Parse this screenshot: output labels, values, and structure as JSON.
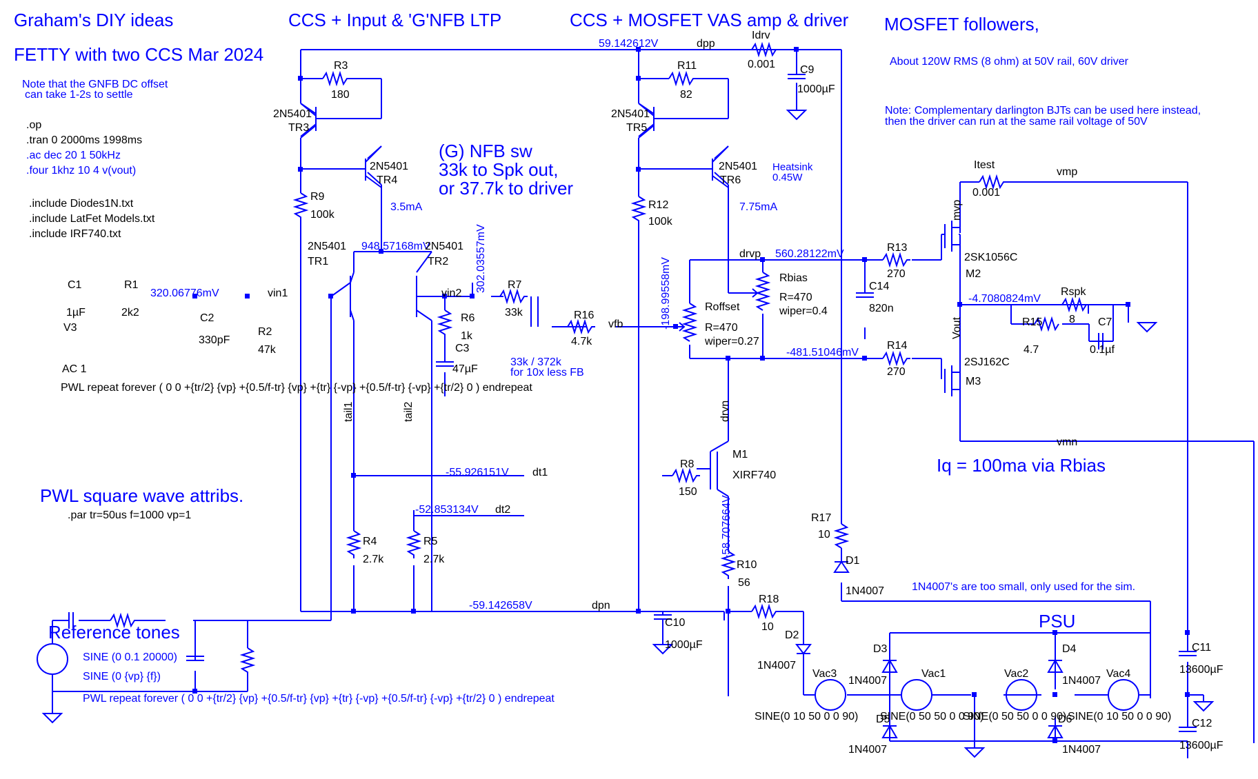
{
  "headings": {
    "site": "Graham's DIY ideas",
    "design": "FETTY with two CCS Mar 2024",
    "ltp": "CCS + Input & 'G'NFB LTP",
    "vas": "CCS + MOSFET VAS amp & driver",
    "followers": "MOSFET followers,",
    "pwl": "PWL square wave attribs.",
    "ref": "Reference tones",
    "psu": "PSU",
    "iq": "Iq = 100ma via Rbias"
  },
  "notes": {
    "gnfb1": "Note that the GNFB DC offset",
    "gnfb2": "can take 1-2s to settle",
    "power": "About 120W RMS (8 ohm) at 50V rail, 60V driver",
    "comp1": "Note: Complementary darlington BJTs can be used here instead,",
    "comp2": "then the driver can run at the same rail voltage of 50V",
    "nfb1": "(G) NFB sw",
    "nfb2": "33k to Spk out,",
    "nfb3": "or 37.7k to driver",
    "fb1": "33k / 372k",
    "fb2": "for 10x less FB",
    "sim": "1N4007's are too small, only used for the sim.",
    "heatsink1": "Heatsink",
    "heatsink2": "0.45W"
  },
  "directives": {
    "op": ".op",
    "tran": ".tran 0 2000ms 1998ms",
    "ac": ".ac dec 20 1 50kHz",
    "four": ".four 1khz 10 4 v(vout)",
    "inc1": ".include Diodes1N.txt",
    "inc2": ".include LatFet Models.txt",
    "inc3": ".include IRF740.txt",
    "par": ".par tr=50us f=1000 vp=1",
    "sine1": "SINE (0 0.1 20000)",
    "sine2": "SINE (0 {vp} {f})",
    "pwl": "PWL repeat forever ( 0 0 +{tr/2} {vp} +{0.5/f-tr} {vp} +{tr} {-vp} +{0.5/f-tr} {-vp} +{tr/2} 0 ) endrepeat"
  },
  "voltages": {
    "vin1": "320.06776mV",
    "dpp": "59.142612V",
    "tail": "948.57168mV",
    "vin2": "302.03557mV",
    "vfb": "-198.99558mV",
    "drvp": "560.28122mV",
    "drvn": "-481.51046mV",
    "vout": "-4.7080824mV",
    "dt1": "-55.926151V",
    "dt2": "-52.853134V",
    "m1s": "-58.707664V",
    "dpn": "-59.142658V"
  },
  "nets": {
    "vin1": "vin1",
    "vin2": "vin2",
    "vfb": "vfb",
    "dpp": "dpp",
    "dpn": "dpn",
    "drvp": "drvp",
    "drvn": "drvn",
    "dt1": "dt1",
    "dt2": "dt2",
    "tail1": "tail1",
    "tail2": "tail2",
    "vmp": "vmp",
    "vmn": "vmn",
    "vout": "Vout",
    "mvp": "mvp"
  },
  "currents": {
    "tr4": "3.5mA",
    "tr6": "7.75mA"
  },
  "components": {
    "c1": "C1",
    "c1v": "1µF",
    "r1": "R1",
    "r1v": "2k2",
    "c2": "C2",
    "c2v": "330pF",
    "r2": "R2",
    "r2v": "47k",
    "v3": "V3",
    "v3v": "AC 1",
    "r3": "R3",
    "r3v": "180",
    "tr3a": "2N5401",
    "tr3": "TR3",
    "tr4a": "2N5401",
    "tr4": "TR4",
    "r9": "R9",
    "r9v": "100k",
    "tr1a": "2N5401",
    "tr1": "TR1",
    "tr2a": "2N5401",
    "tr2": "TR2",
    "r6": "R6",
    "r6v": "1k",
    "c3": "C3",
    "c3v": "47µF",
    "r7": "R7",
    "r7v": "33k",
    "r16": "R16",
    "r16v": "4.7k",
    "r4": "R4",
    "r4v": "2.7k",
    "r5": "R5",
    "r5v": "2.7k",
    "r11": "R11",
    "r11v": "82",
    "tr5a": "2N5401",
    "tr5": "TR5",
    "tr6a": "2N5401",
    "tr6": "TR6",
    "r12": "R12",
    "r12v": "100k",
    "idrv": "Idrv",
    "idrvv": "0.001",
    "c9": "C9",
    "c9v": "1000µF",
    "roffset": "Roffset",
    "roffsetv": "R=470",
    "roffsetw": "wiper=0.27",
    "rbias": "Rbias",
    "rbiasv": "R=470",
    "rbiasw": "wiper=0.4",
    "c14": "C14",
    "c14v": "820n",
    "r8": "R8",
    "r8v": "150",
    "m1": "M1",
    "m1v": "XIRF740",
    "r10": "R10",
    "r10v": "56",
    "c10": "C10",
    "c10v": "1000µF",
    "r18": "R18",
    "r18v": "10",
    "d2": "D2",
    "d2v": "1N4007",
    "r17": "R17",
    "r17v": "10",
    "d1": "D1",
    "d1v": "1N4007",
    "itest": "Itest",
    "itestv": "0.001",
    "r13": "R13",
    "r13v": "270",
    "r14": "R14",
    "r14v": "270",
    "m2": "M2",
    "m2v": "2SK1056C",
    "m3": "M3",
    "m3v": "2SJ162C",
    "rspk": "Rspk",
    "rspkv": "8",
    "r15": "R15",
    "r15v": "4.7",
    "c7": "C7",
    "c7v": "0.1µf",
    "c11": "C11",
    "c11v": "13600µF",
    "c12": "C12",
    "c12v": "13600µF",
    "d3": "D3",
    "d3v": "1N4007",
    "d4": "D4",
    "d4v": "1N4007",
    "d5": "D5",
    "d5v": "1N4007",
    "d6": "D6",
    "d6v": "1N4007",
    "vac1": "Vac1",
    "vac2": "Vac2",
    "vac3": "Vac3",
    "vac4": "Vac4",
    "vac3v": "SINE(0 10 50 0 0 90)",
    "vac1v": "SINE(0 50 50 0 0 90)",
    "vac2v": "SINE(0 50 50 0 0 90)",
    "vac4v": "SINE(0 10 50 0 0 90)"
  }
}
